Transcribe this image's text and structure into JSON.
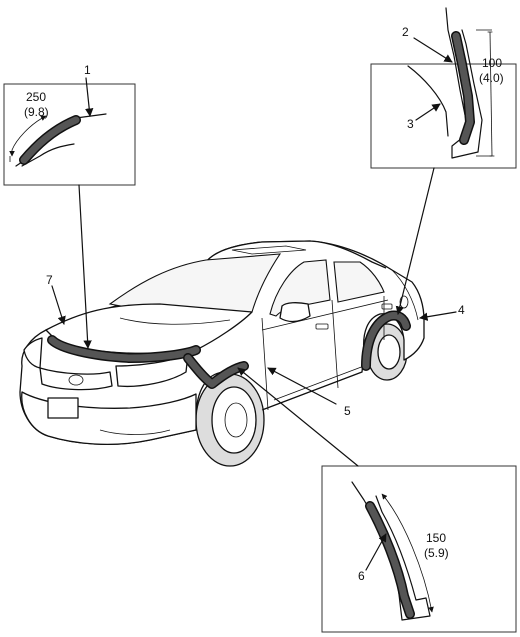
{
  "callouts": {
    "c1": "1",
    "c2": "2",
    "c3": "3",
    "c4": "4",
    "c5": "5",
    "c6": "6",
    "c7": "7"
  },
  "dimensions": {
    "d1_mm": "250",
    "d1_in": "(9.8)",
    "d2_mm": "100",
    "d2_in": "(4.0)",
    "d3_mm": "150",
    "d3_in": "(5.9)"
  }
}
